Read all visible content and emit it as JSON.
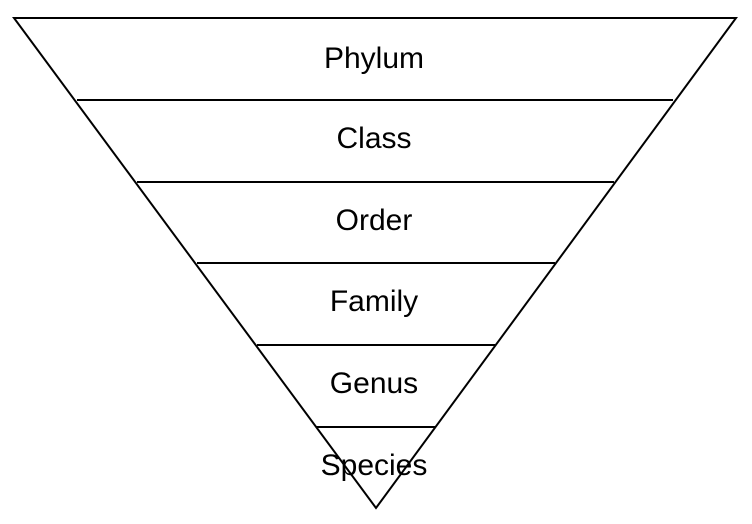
{
  "diagram": {
    "levels": [
      {
        "label": "Phylum"
      },
      {
        "label": "Class"
      },
      {
        "label": "Order"
      },
      {
        "label": "Family"
      },
      {
        "label": "Genus"
      },
      {
        "label": "Species"
      }
    ],
    "colors": {
      "stroke": "#000000",
      "text": "#000000",
      "background": "#ffffff"
    }
  }
}
